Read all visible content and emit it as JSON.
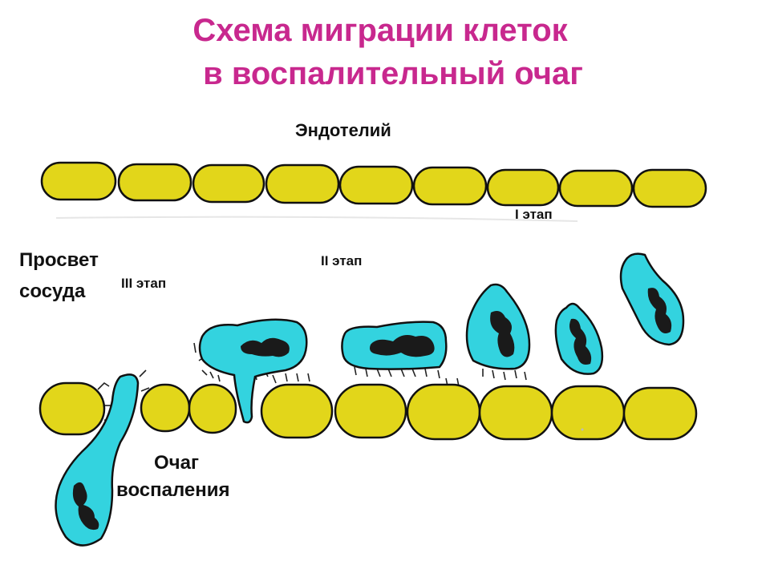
{
  "title": {
    "line1": "Схема миграции клеток",
    "line2": "в воспалительный очаг"
  },
  "labels": {
    "endothelium": "Эндотелий",
    "stage_1": "I этап",
    "stage_2": "II этап",
    "stage_3": "III этап",
    "vessel_lumen_1": "Просвет",
    "vessel_lumen_2": "сосуда",
    "focus_1": "Очаг",
    "focus_2": "воспаления"
  },
  "colors": {
    "title": "#c8288e",
    "endothelial_cell": "#e2d61a",
    "leukocyte": "#33d3df",
    "nucleus": "#1a1a1a",
    "outline": "#111111"
  }
}
